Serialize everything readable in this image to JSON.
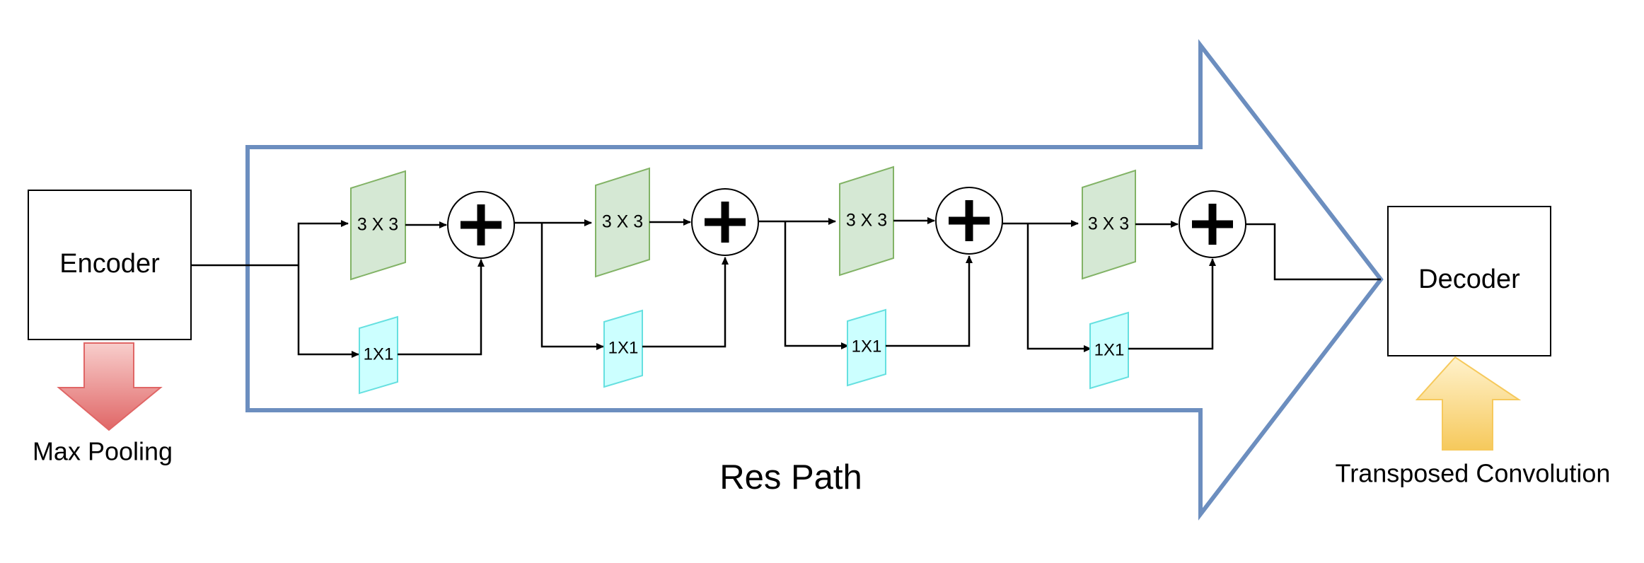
{
  "encoder": {
    "label": "Encoder"
  },
  "decoder": {
    "label": "Decoder"
  },
  "max_pooling": {
    "label": "Max Pooling",
    "color": "#e06666"
  },
  "transposed_convolution": {
    "label": "Transposed Convolution",
    "color": "#f6c95c"
  },
  "res_path": {
    "label": "Res Path",
    "arrow_color": "#6c8ebf"
  },
  "blocks": [
    {
      "conv3": "3 X 3",
      "conv1": "1X1"
    },
    {
      "conv3": "3 X 3",
      "conv1": "1X1"
    },
    {
      "conv3": "3 X 3",
      "conv1": "1X1"
    },
    {
      "conv3": "3 X 3",
      "conv1": "1X1"
    }
  ],
  "colors": {
    "conv3_fill": "#d5e8d4",
    "conv3_stroke": "#82b366",
    "conv1_fill": "#ccffff",
    "conv1_stroke": "#66e0e0"
  }
}
